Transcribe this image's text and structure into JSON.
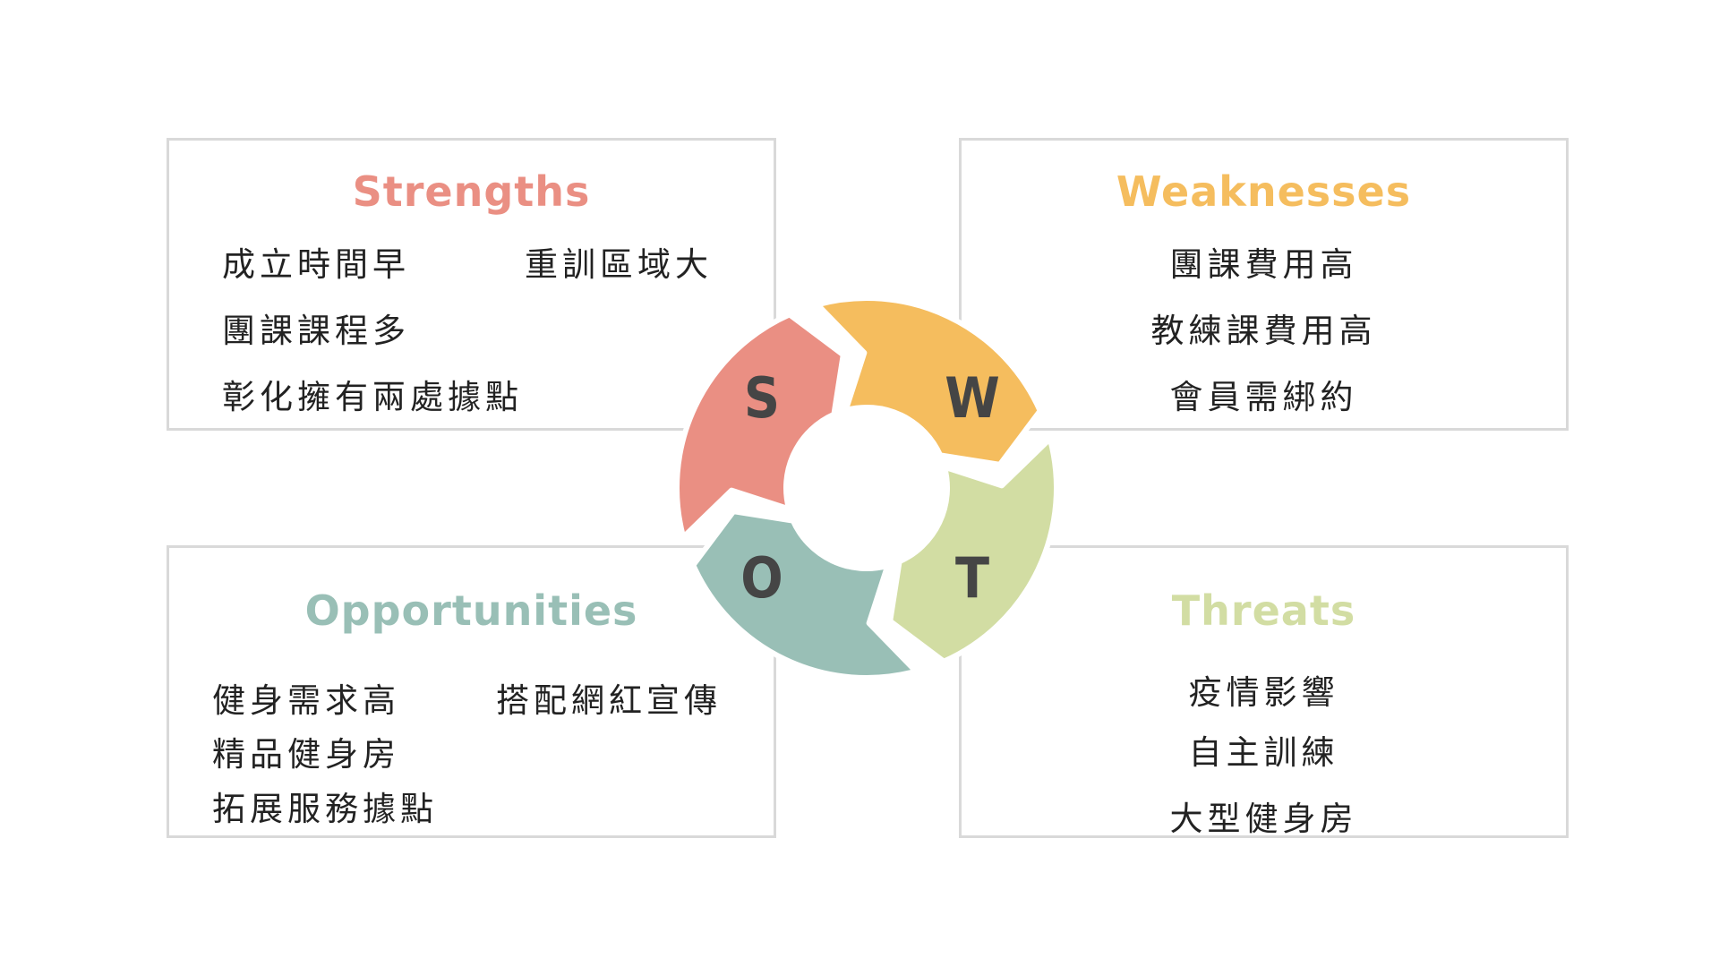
{
  "colors": {
    "strengths": "#ea8f83",
    "weaknesses": "#f5bd5e",
    "opportunities": "#99bfb6",
    "threats": "#d2dda3",
    "letter": "#454545",
    "border": "#d9d9d9"
  },
  "strengths": {
    "title": "Strengths",
    "items": [
      "成立時間早",
      "重訓區域大",
      "團課課程多",
      "彰化擁有兩處據點"
    ]
  },
  "weaknesses": {
    "title": "Weaknesses",
    "items": [
      "團課費用高",
      "教練課費用高",
      "會員需綁約"
    ]
  },
  "opportunities": {
    "title": "Opportunities",
    "items": [
      "健身需求高",
      "搭配網紅宣傳",
      "精品健身房",
      "拓展服務據點"
    ]
  },
  "threats": {
    "title": "Threats",
    "items": [
      "疫情影響",
      "自主訓練",
      "大型健身房"
    ]
  },
  "wheel": {
    "letters": [
      "S",
      "W",
      "O",
      "T"
    ]
  }
}
